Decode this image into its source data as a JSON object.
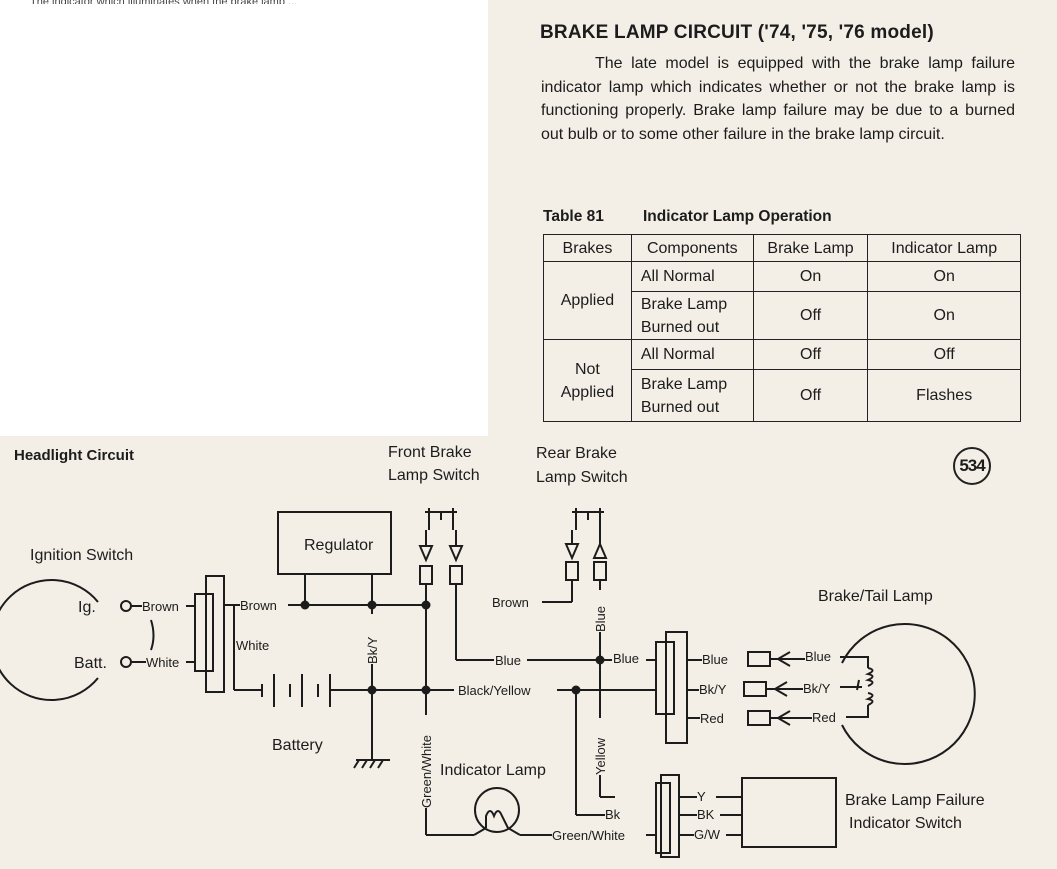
{
  "page": {
    "clipped_text": "The indicator which illuminates when the brake lamp ...",
    "heading": "BRAKE LAMP CIRCUIT ('74, '75, '76 model)",
    "paragraph": "The late model is equipped with the brake lamp failure indicator lamp which indicates whether or not the brake lamp is functioning properly.  Brake lamp failure may be due to a burned out bulb or to some other failure in the brake lamp circuit.",
    "page_number": "534"
  },
  "table": {
    "number": "Table 81",
    "title": "Indicator Lamp Operation",
    "headers": [
      "Brakes",
      "Components",
      "Brake Lamp",
      "Indicator Lamp"
    ],
    "groups": [
      {
        "brakes": "Applied",
        "rows": [
          {
            "component": "All Normal",
            "brake_lamp": "On",
            "indicator": "On"
          },
          {
            "component": "Brake Lamp Burned out",
            "brake_lamp": "Off",
            "indicator": "On"
          }
        ]
      },
      {
        "brakes": "Not Applied",
        "rows": [
          {
            "component": "All Normal",
            "brake_lamp": "Off",
            "indicator": "Off"
          },
          {
            "component": "Brake Lamp Burned out",
            "brake_lamp": "Off",
            "indicator": "Flashes"
          }
        ]
      }
    ]
  },
  "diagram": {
    "headlight_circuit": "Headlight Circuit",
    "front_brake_switch": [
      "Front Brake",
      "Lamp Switch"
    ],
    "rear_brake_switch": [
      "Rear Brake",
      "Lamp Switch"
    ],
    "ignition_switch": "Ignition Switch",
    "ig": "Ig.",
    "batt": "Batt.",
    "regulator": "Regulator",
    "battery": "Battery",
    "brake_tail_lamp": "Brake/Tail Lamp",
    "indicator_lamp": "Indicator Lamp",
    "failure_switch": [
      "Brake Lamp Failure",
      "Indicator Switch"
    ],
    "wires": {
      "brown": "Brown",
      "white": "White",
      "bky": "Bk/Y",
      "blue": "Blue",
      "black_yellow": "Black/Yellow",
      "yellow": "Yellow",
      "green_white": "Green/White",
      "red": "Red",
      "y": "Y",
      "bk": "Bk",
      "bk_caps": "BK",
      "gw": "G/W"
    }
  }
}
